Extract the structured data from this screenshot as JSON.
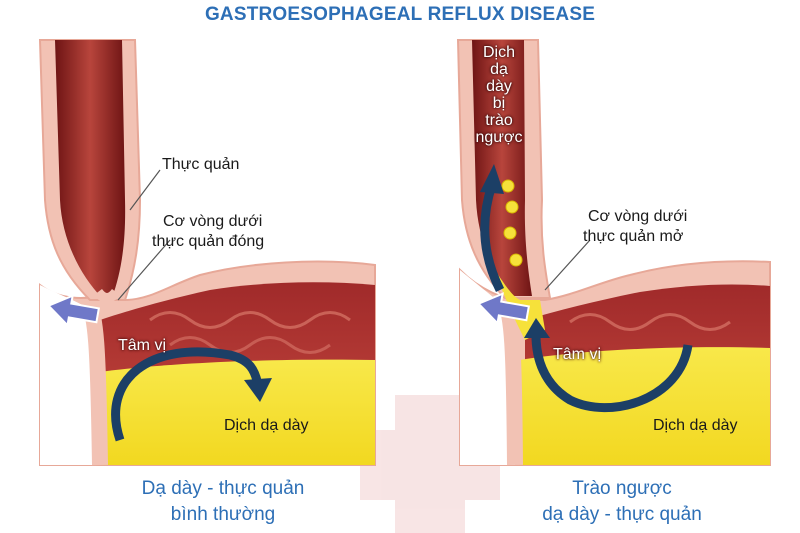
{
  "title": "GASTROESOPHAGEAL REFLUX DISEASE",
  "left_panel": {
    "label_esophagus": "Thực quản",
    "label_sphincter_line1": "Cơ vòng dưới",
    "label_sphincter_line2": "thực quản đóng",
    "label_cardia": "Tâm vị",
    "label_gastric_juice": "Dịch dạ dày",
    "caption_line1": "Dạ dày - thực quản",
    "caption_line2": "bình thường"
  },
  "right_panel": {
    "label_reflux_words": [
      "Dịch",
      "dạ",
      "dày",
      "bị",
      "trào",
      "ngược"
    ],
    "label_sphincter_line1": "Cơ vòng dưới",
    "label_sphincter_line2": "thực quản mở",
    "label_cardia": "Tâm vị",
    "label_gastric_juice": "Dịch dạ dày",
    "caption_line1": "Trào ngược",
    "caption_line2": "dạ dày - thực quản"
  },
  "colors": {
    "title": "#2d6fb6",
    "caption": "#2d6fb6",
    "tissue_dark": "#8c1f1f",
    "tissue_wall": "#f2c2b4",
    "gastric_juice": "#f6e13a",
    "arrow_navy": "#1c3f66",
    "pointer_arrow": "#6f78c8"
  }
}
